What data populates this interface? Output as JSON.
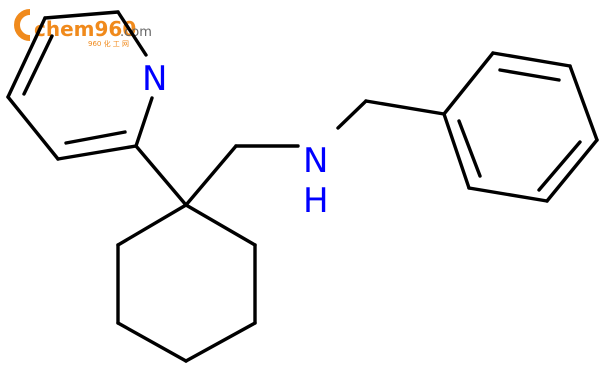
{
  "watermark": {
    "brand": "chem960",
    "suffix": ".com",
    "tagline": "960 化 工 网",
    "brand_color": "#f08a1c"
  },
  "molecule": {
    "atom_labels": {
      "pyridine_n": "N",
      "amine_n": "N",
      "amine_h": "H"
    },
    "atom_color": "#0000ff",
    "bond_color": "#000000"
  }
}
